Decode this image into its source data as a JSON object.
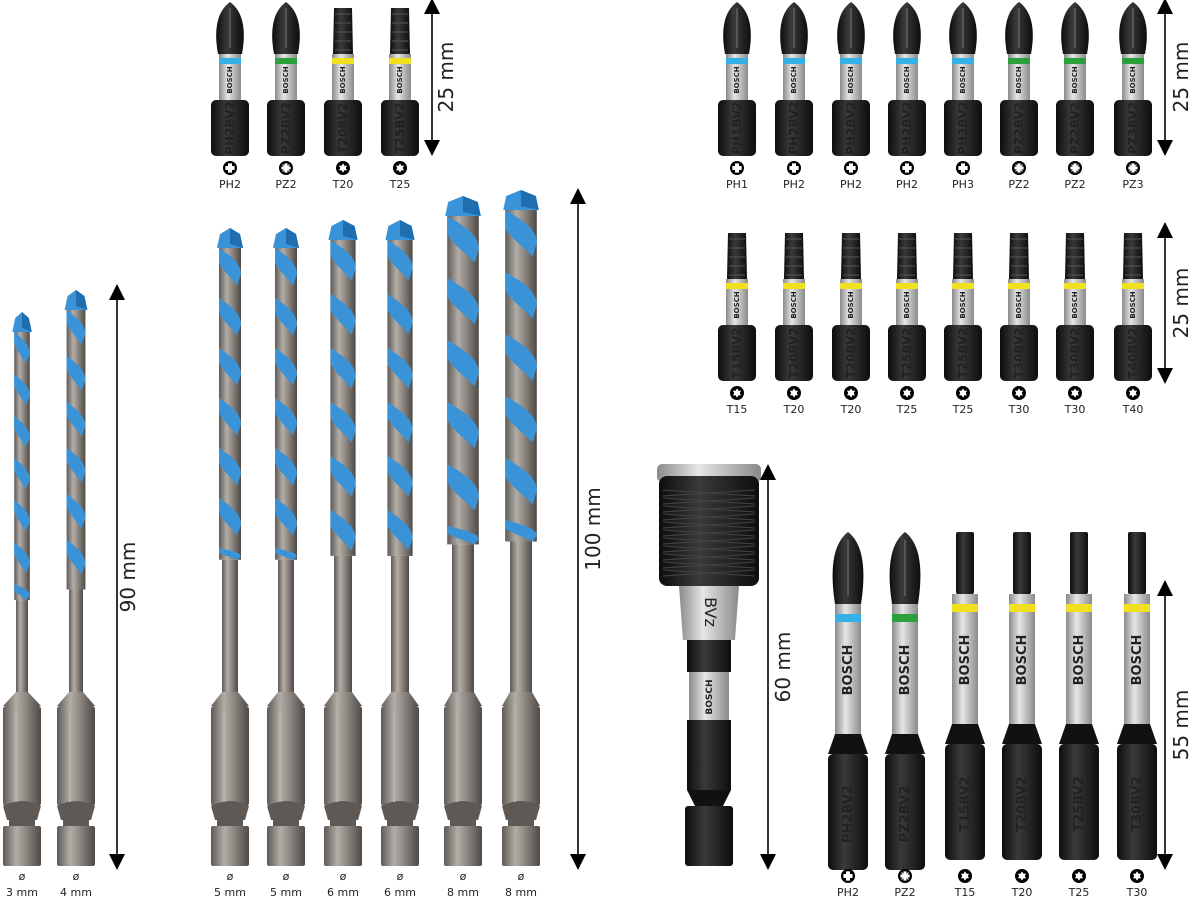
{
  "colors": {
    "blue": "#3a93d6",
    "blue_dark": "#1f6fb0",
    "steel": "#8d8782",
    "steel_dark": "#5e5955",
    "steel_light": "#b7b1ab",
    "black": "#1c1c1c",
    "silver": "#c8c8c8",
    "ring_blue": "#33b0e6",
    "ring_green": "#2aa03b",
    "ring_yellow": "#f0e020",
    "red": "#c8102e"
  },
  "bit_sets": {
    "small_top_left": {
      "length_label": "25 mm",
      "bits": [
        {
          "type": "PH",
          "code": "PH2",
          "icon": "phillips-icon",
          "ring": "ring_blue"
        },
        {
          "type": "PZ",
          "code": "PZ2",
          "icon": "pozidriv-icon",
          "ring": "ring_green"
        },
        {
          "type": "T",
          "code": "T20",
          "icon": "torx-icon",
          "ring": "ring_yellow"
        },
        {
          "type": "T",
          "code": "T25",
          "icon": "torx-icon",
          "ring": "ring_yellow"
        }
      ]
    },
    "top_right": {
      "length_label": "25 mm",
      "bits": [
        {
          "type": "PH",
          "code": "PH1",
          "icon": "phillips-icon",
          "ring": "ring_blue"
        },
        {
          "type": "PH",
          "code": "PH2",
          "icon": "phillips-icon",
          "ring": "ring_blue"
        },
        {
          "type": "PH",
          "code": "PH2",
          "icon": "phillips-icon",
          "ring": "ring_blue"
        },
        {
          "type": "PH",
          "code": "PH2",
          "icon": "phillips-icon",
          "ring": "ring_blue"
        },
        {
          "type": "PH",
          "code": "PH3",
          "icon": "phillips-icon",
          "ring": "ring_blue"
        },
        {
          "type": "PZ",
          "code": "PZ2",
          "icon": "pozidriv-icon",
          "ring": "ring_green"
        },
        {
          "type": "PZ",
          "code": "PZ2",
          "icon": "pozidriv-icon",
          "ring": "ring_green"
        },
        {
          "type": "PZ",
          "code": "PZ3",
          "icon": "pozidriv-icon",
          "ring": "ring_green"
        }
      ]
    },
    "torx_row": {
      "length_label": "25 mm",
      "bits": [
        {
          "type": "T",
          "code": "T15",
          "icon": "torx-icon",
          "ring": "ring_yellow"
        },
        {
          "type": "T",
          "code": "T20",
          "icon": "torx-icon",
          "ring": "ring_yellow"
        },
        {
          "type": "T",
          "code": "T20",
          "icon": "torx-icon",
          "ring": "ring_yellow"
        },
        {
          "type": "T",
          "code": "T25",
          "icon": "torx-icon",
          "ring": "ring_yellow"
        },
        {
          "type": "T",
          "code": "T25",
          "icon": "torx-icon",
          "ring": "ring_yellow"
        },
        {
          "type": "T",
          "code": "T30",
          "icon": "torx-icon",
          "ring": "ring_yellow"
        },
        {
          "type": "T",
          "code": "T30",
          "icon": "torx-icon",
          "ring": "ring_yellow"
        },
        {
          "type": "T",
          "code": "T40",
          "icon": "torx-icon",
          "ring": "ring_yellow"
        }
      ]
    },
    "long_bits": {
      "length_label": "55 mm",
      "bits": [
        {
          "type": "PH",
          "code": "PH2",
          "icon": "phillips-icon",
          "ring": "ring_blue"
        },
        {
          "type": "PZ",
          "code": "PZ2",
          "icon": "pozidriv-icon",
          "ring": "ring_green"
        },
        {
          "type": "T",
          "code": "T15",
          "icon": "torx-icon",
          "ring": "ring_yellow"
        },
        {
          "type": "T",
          "code": "T20",
          "icon": "torx-icon",
          "ring": "ring_yellow"
        },
        {
          "type": "T",
          "code": "T25",
          "icon": "torx-icon",
          "ring": "ring_yellow"
        },
        {
          "type": "T",
          "code": "T30",
          "icon": "torx-icon",
          "ring": "ring_yellow"
        }
      ]
    }
  },
  "bit_suffix": "BV2",
  "brand": "BOSCH",
  "holder": {
    "length_label": "60 mm",
    "engraving": "BVz"
  },
  "drills_small": {
    "length_label": "90 mm",
    "items": [
      {
        "label": "ø\n3 mm",
        "d": 3
      },
      {
        "label": "ø\n4 mm",
        "d": 4
      }
    ]
  },
  "drills_large": {
    "length_label": "100 mm",
    "items": [
      {
        "label": "ø\n5 mm",
        "d": 5
      },
      {
        "label": "ø\n5 mm",
        "d": 5
      },
      {
        "label": "ø\n6 mm",
        "d": 6
      },
      {
        "label": "ø\n6 mm",
        "d": 6
      },
      {
        "label": "ø\n8 mm",
        "d": 8
      },
      {
        "label": "ø\n8 mm",
        "d": 8
      }
    ]
  }
}
